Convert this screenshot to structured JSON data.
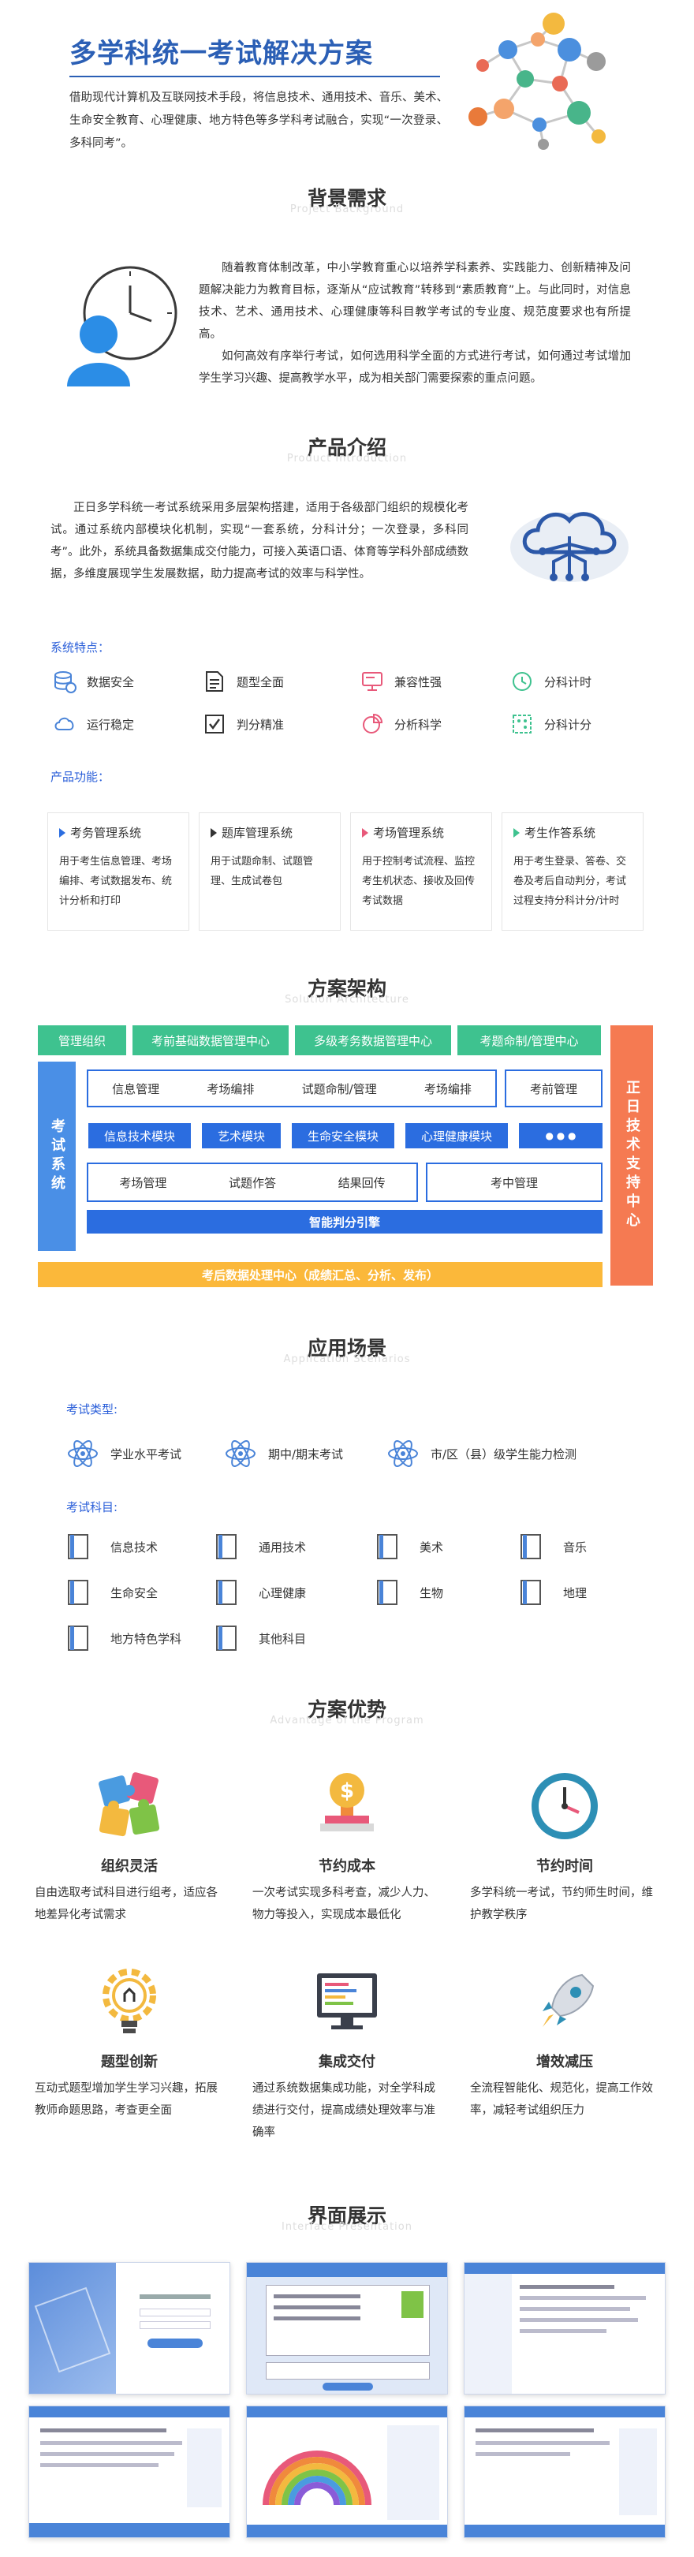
{
  "hero": {
    "title": "多学科统一考试解决方案",
    "desc": "借助现代计算机及互联网技术手段，将信息技术、通用技术、音乐、美术、生命安全教育、心理健康、地方特色等多学科考试融合，实现“一次登录、多科同考”。"
  },
  "background": {
    "title": "背景需求",
    "subtitle": "Project Background",
    "p1": "随着教育体制改革，中小学教育重心以培养学科素养、实践能力、创新精神及问题解决能力为教育目标，逐渐从“应试教育”转移到“素质教育”上。与此同时，对信息技术、艺术、通用技术、心理健康等科目教学考试的专业度、规范度要求也有所提高。",
    "p2": "如何高效有序举行考试，如何选用科学全面的方式进行考试，如何通过考试增加学生学习兴趣、提高教学水平，成为相关部门需要探索的重点问题。"
  },
  "product": {
    "title": "产品介绍",
    "subtitle": "Product Introduction",
    "p_intro": "正日多学科统一考试系统采用多层架构搭建，适用于各级部门组织的规模化考试。通过系统内部模块化机制，实现“一套系统，分科计分；一次登录，多科同考”。此外，系统具备数据集成交付能力，可接入英语口语、体育等学科外部成绩数据，多维度展现学生发展数据，助力提高考试的效率与科学性。",
    "features_label": "系统特点：",
    "features": [
      {
        "label": "数据安全",
        "icon": "database-icon"
      },
      {
        "label": "题型全面",
        "icon": "document-icon"
      },
      {
        "label": "兼容性强",
        "icon": "monitor-icon"
      },
      {
        "label": "分科计时",
        "icon": "clock-icon"
      },
      {
        "label": "运行稳定",
        "icon": "cloud-icon"
      },
      {
        "label": "判分精准",
        "icon": "checkbox-icon"
      },
      {
        "label": "分析科学",
        "icon": "pie-chart-icon"
      },
      {
        "label": "分科计分",
        "icon": "grid-icon"
      }
    ],
    "functions_label": "产品功能：",
    "cards": [
      {
        "title": "考务管理系统",
        "desc": "用于考生信息管理、考场编排、考试数据发布、统计分析和打印"
      },
      {
        "title": "题库管理系统",
        "desc": "用于试题命制、试题管理、生成试卷包"
      },
      {
        "title": "考场管理系统",
        "desc": "用于控制考试流程、监控考生机状态、接收及回传考试数据"
      },
      {
        "title": "考生作答系统",
        "desc": "用于考生登录、答卷、交卷及考后自动判分，考试过程支持分科计分/计时"
      }
    ]
  },
  "architecture": {
    "title": "方案架构",
    "subtitle": "Solution Architecture",
    "tabs": [
      "管理组织",
      "考前基础数据管理中心",
      "多级考务数据管理中心",
      "考题命制/管理中心"
    ],
    "left_label": "考试系统",
    "right_label": "正日技术支持中心",
    "row1": [
      "信息管理",
      "考场编排",
      "试题命制/管理",
      "考场编排"
    ],
    "row1_right": "考前管理",
    "modules": [
      "信息技术模块",
      "艺术模块",
      "生命安全模块",
      "心理健康模块",
      "● ● ●"
    ],
    "row3": [
      "考场管理",
      "试题作答",
      "结果回传"
    ],
    "row3_right": "考中管理",
    "engine": "智能判分引擎",
    "bottom": "考后数据处理中心（成绩汇总、分析、发布）"
  },
  "scenarios": {
    "title": "应用场景",
    "subtitle": "Application Scenarios",
    "types_label": "考试类型:",
    "types": [
      "学业水平考试",
      "期中/期末考试",
      "市/区（县）级学生能力检测"
    ],
    "subjects_label": "考试科目:",
    "subjects": [
      "信息技术",
      "通用技术",
      "美术",
      "音乐",
      "生命安全",
      "心理健康",
      "生物",
      "地理",
      "地方特色学科",
      "其他科目"
    ]
  },
  "advantages": {
    "title": "方案优势",
    "subtitle": "Advantage of the Program",
    "items": [
      {
        "title": "组织灵活",
        "desc": "自由选取考试科目进行组考，适应各地差异化考试需求",
        "icon": "puzzle-icon"
      },
      {
        "title": "节约成本",
        "desc": "一次考试实现多科考查，减少人力、物力等投入，实现成本最低化",
        "icon": "coin-icon"
      },
      {
        "title": "节约时间",
        "desc": "多学科统一考试，节约师生时间，维护教学秩序",
        "icon": "clock-icon"
      },
      {
        "title": "题型创新",
        "desc": "互动式题型增加学生学习兴趣，拓展教师命题思路，考查更全面",
        "icon": "bulb-gear-icon"
      },
      {
        "title": "集成交付",
        "desc": "通过系统数据集成功能，对全学科成绩进行交付，提高成绩处理效率与准确率",
        "icon": "screen-icon"
      },
      {
        "title": "增效减压",
        "desc": "全流程智能化、规范化，提高工作效率，减轻考试组织压力",
        "icon": "rocket-icon"
      }
    ]
  },
  "interface": {
    "title": "界面展示",
    "subtitle": "Interface Presentation"
  },
  "colors": {
    "blue": "#2b6de0",
    "green": "#3ec28f",
    "orange": "#f57a52",
    "yellow": "#fbb83a"
  }
}
